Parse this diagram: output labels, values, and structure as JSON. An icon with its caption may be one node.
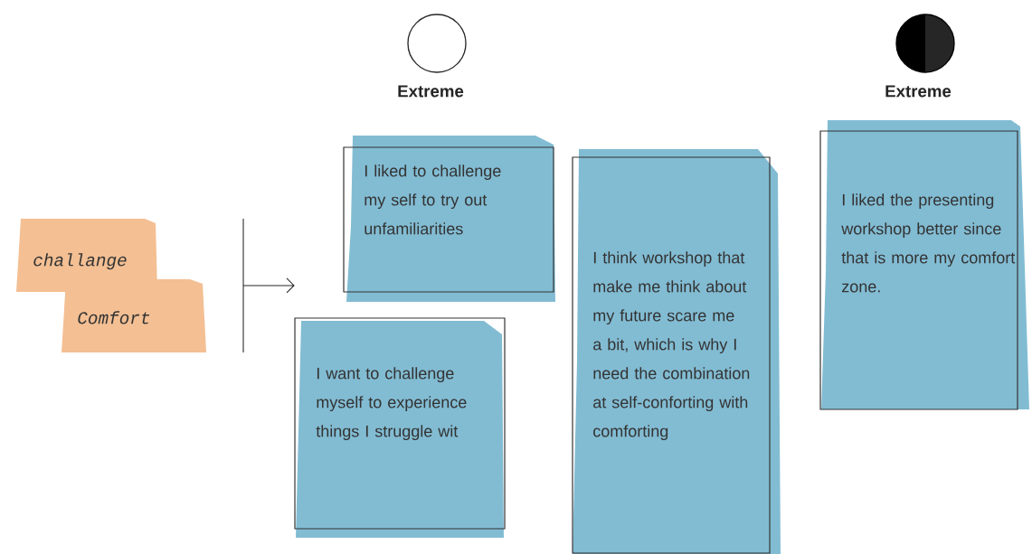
{
  "diagram": {
    "nodes": [
      {
        "text": [
          "challange"
        ]
      },
      {
        "text": [
          "Comfort"
        ]
      },
      {
        "text": [
          "Extreme"
        ]
      },
      {
        "text": [
          "Extreme"
        ]
      },
      {
        "text": [
          "I liked to challenge my  self to try out unfamiliarities"
        ]
      },
      {
        "text": [
          "I want to challenge myself to experience things I struggle wit"
        ]
      },
      {
        "text": [
          "I think workshop that make me think about my future scare me a bit, which is why I need the combination at self-conforting with comforting"
        ]
      },
      {
        "text": [
          "I liked the presenting workshop better since that is more my comfort zone."
        ]
      }
    ]
  }
}
